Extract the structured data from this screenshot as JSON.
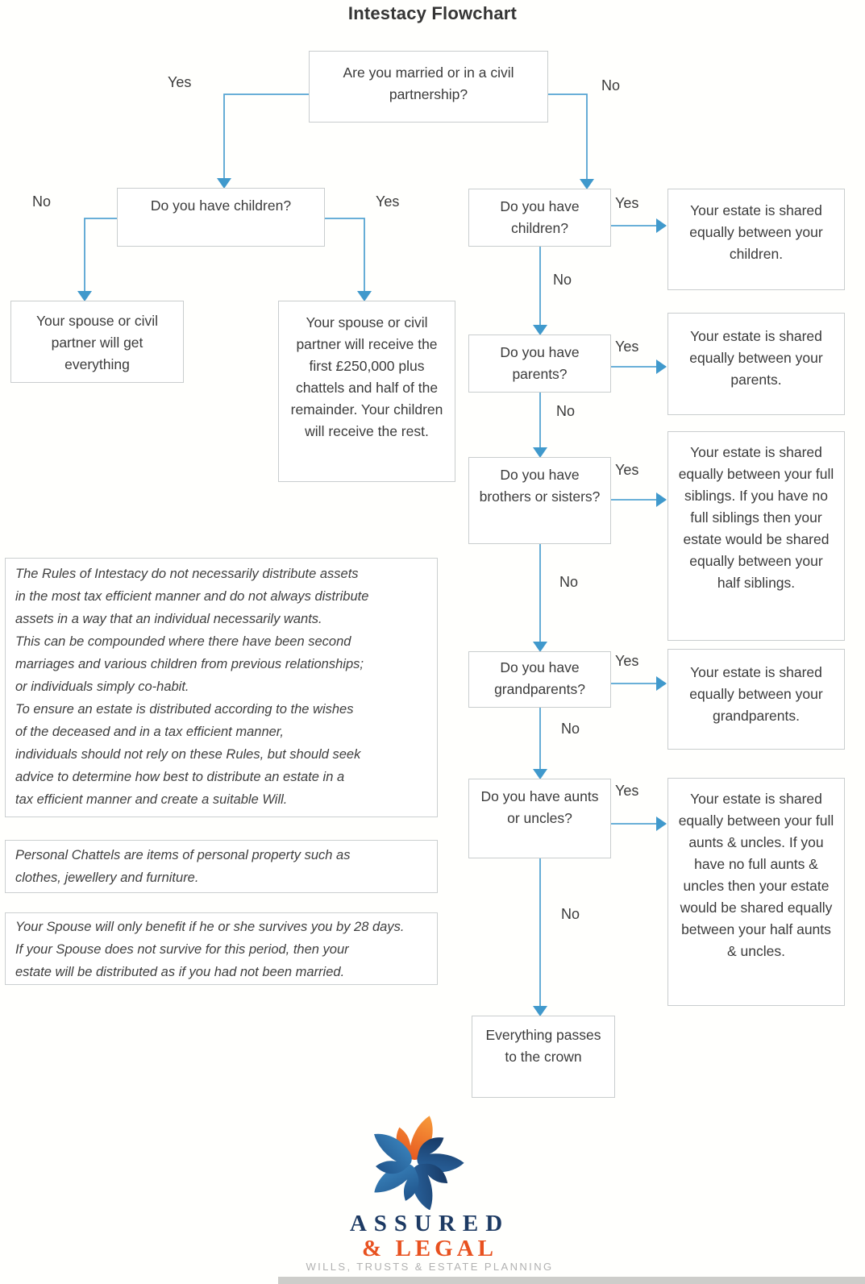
{
  "title": "Intestacy Flowchart",
  "diagram": {
    "branch_labels": {
      "yes": "Yes",
      "no": "No"
    },
    "nodes": {
      "q_married": {
        "text": "Are you married or in a civil partnership?"
      },
      "q_children_left": {
        "text": "Do you have children?"
      },
      "o_spouse_everything": {
        "text": "Your spouse or civil partner will get everything"
      },
      "o_spouse_250k": {
        "text": "Your spouse or civil partner will receive the first £250,000 plus chattels and half of the remainder. Your children will receive the rest."
      },
      "q_children_right": {
        "text": "Do you have children?"
      },
      "q_parents": {
        "text": "Do you have parents?"
      },
      "q_siblings": {
        "text": "Do you have brothers or sisters?"
      },
      "q_grandparents": {
        "text": "Do you have grandparents?"
      },
      "q_aunts_uncles": {
        "text": "Do you have aunts or uncles?"
      },
      "q_crown": {
        "text": "Everything passes to the crown"
      },
      "o_children": {
        "text": "Your estate is shared equally between your children."
      },
      "o_parents": {
        "text": "Your estate is shared equally between your parents."
      },
      "o_siblings": {
        "text": "Your estate is shared equally between your full siblings. If you have no full siblings then your estate would be shared equally between your half siblings."
      },
      "o_grandparents": {
        "text": "Your estate is shared equally between your grandparents."
      },
      "o_aunts_uncles": {
        "text": "Your estate is shared equally between your full aunts & uncles. If you have no full aunts & uncles then your estate would be shared equally between your half aunts & uncles."
      }
    }
  },
  "notes": {
    "intestacy_rules": {
      "lines": [
        "The Rules of Intestacy do not necessarily distribute assets",
        "in the most tax efficient manner and do not always distribute",
        "assets in a way that an individual necessarily wants.",
        "This can be compounded where there have been second",
        "marriages and various children from previous relationships;",
        "or individuals simply co-habit.",
        "To ensure an estate is distributed according to the wishes",
        "of the deceased and in a tax efficient manner,",
        "individuals should not rely on these Rules, but should seek",
        "advice to determine how best to  distribute an estate in a",
        "tax efficient manner and create a suitable Will."
      ]
    },
    "personal_chattels": {
      "lines": [
        "Personal Chattels are items of personal property such as",
        "clothes, jewellery and furniture."
      ]
    },
    "spouse_survival": {
      "lines": [
        "Your Spouse will only benefit if he or she survives you by 28 days.",
        "If your Spouse does not survive for this period, then your",
        "estate will be distributed as if you had not been married."
      ]
    }
  },
  "logo": {
    "brand_line1": "ASSURED",
    "brand_line2": "& LEGAL",
    "tagline": "WILLS, TRUSTS & ESTATE PLANNING"
  },
  "colors": {
    "arrow_blue": "#55a4d2",
    "box_border": "#c9cdce",
    "text": "#3b3b3b",
    "brand_navy": "#1d3a63",
    "brand_orange": "#e8511f",
    "tagline_gray": "#b1b1b1"
  }
}
